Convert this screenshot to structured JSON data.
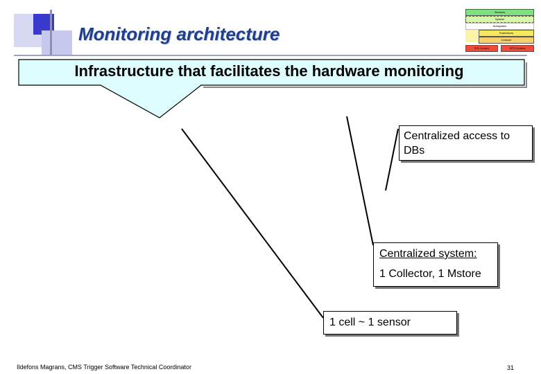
{
  "title": "Monitoring architecture",
  "callout": "Infrastructure that facilitates the hardware monitoring",
  "boxes": {
    "db_access": "Centralized access to DBs",
    "central_title": "Centralized system:",
    "central_detail": "1 Collector, 1 Mstore",
    "cell": "1 cell ~ 1 sensor"
  },
  "pyramid": {
    "top": "Services",
    "second": "System",
    "third": "Subsystem",
    "fourth": "Framework",
    "fifth": "Console",
    "left_base": "IPS Context",
    "right_base": "SPS Context"
  },
  "footer": {
    "author": "Ildefons Magrans, CMS Trigger Software Technical Coordinator",
    "page": "31"
  },
  "colors": {
    "title": "#1f3f8c",
    "callout_fill": "#ddfcfd",
    "square_dark": "#3a3acf",
    "square_light": "#c6c8ee"
  }
}
